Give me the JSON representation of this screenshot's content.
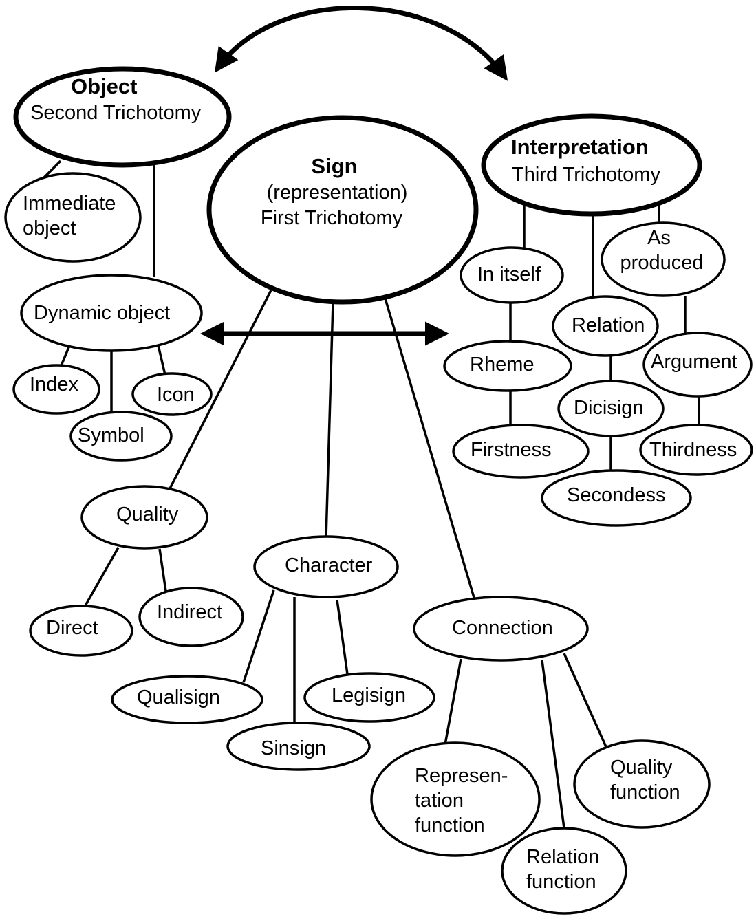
{
  "nodes": {
    "object": {
      "title": "Object",
      "subtitle": "Second Trichotomy"
    },
    "sign": {
      "title": "Sign",
      "line1": "(representation)",
      "line2": "First Trichotomy"
    },
    "interpretation": {
      "title": "Interpretation",
      "subtitle": "Third Trichotomy"
    },
    "immediate_object": {
      "line1": "Immediate",
      "line2": "object"
    },
    "dynamic_object": "Dynamic object",
    "index": "Index",
    "icon": "Icon",
    "symbol": "Symbol",
    "quality": "Quality",
    "direct": "Direct",
    "indirect": "Indirect",
    "character": "Character",
    "qualisign": "Qualisign",
    "sinsign": "Sinsign",
    "legisign": "Legisign",
    "connection": "Connection",
    "representation_function": {
      "line1": "Represen-",
      "line2": "tation",
      "line3": "function"
    },
    "relation_function": {
      "line1": "Relation",
      "line2": "function"
    },
    "quality_function": {
      "line1": "Quality",
      "line2": "function"
    },
    "in_itself": "In itself",
    "as_produced": {
      "line1": "As",
      "line2": "produced"
    },
    "relation": "Relation",
    "rheme": "Rheme",
    "argument": "Argument",
    "dicisign": "Dicisign",
    "firstness": "Firstness",
    "thirdness": "Thirdness",
    "secondess": "Secondess"
  },
  "colors": {
    "stroke": "#000000",
    "background": "#ffffff"
  }
}
